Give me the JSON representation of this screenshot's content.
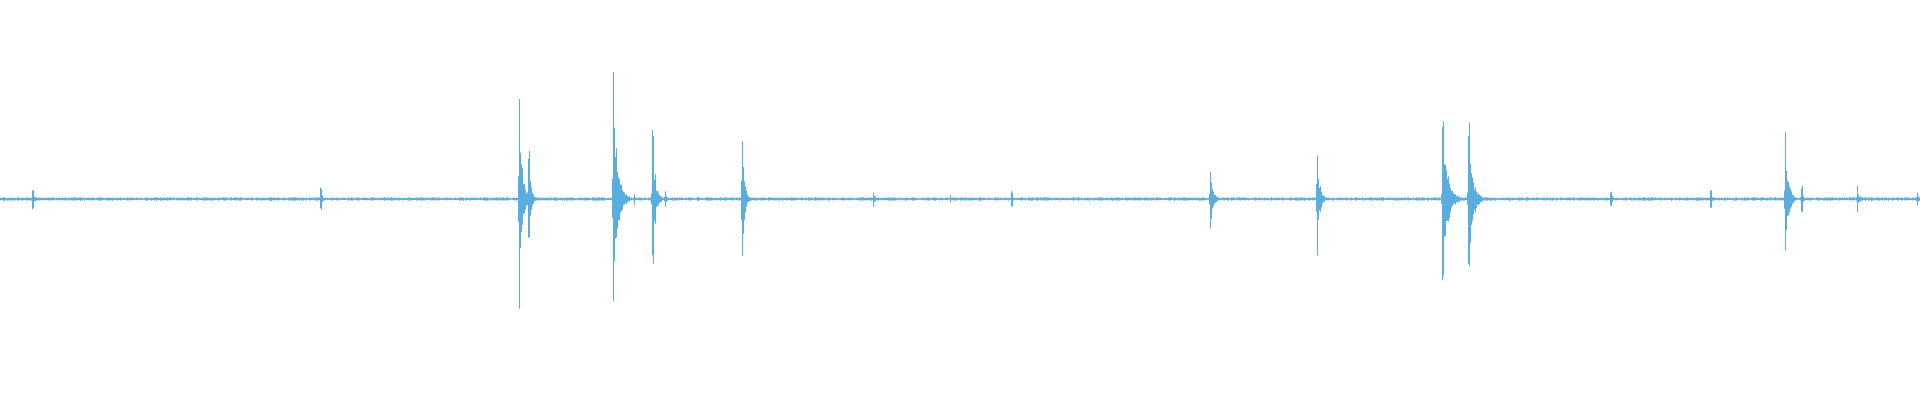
{
  "waveform": {
    "color": "#5aade1",
    "background": "#ffffff",
    "baseline_amplitude": 0.006,
    "transients": [
      {
        "t": 0.0165,
        "amp": 0.05,
        "decay": 0.0011
      },
      {
        "t": 0.1665,
        "amp": 0.06,
        "decay": 0.0011
      },
      {
        "t": 0.1405,
        "amp": 0.01,
        "decay": 0.0005
      },
      {
        "t": 0.27,
        "amp": 0.53,
        "decay": 0.0016
      },
      {
        "t": 0.275,
        "amp": 0.22,
        "decay": 0.0012
      },
      {
        "t": 0.319,
        "amp": 0.59,
        "decay": 0.0022
      },
      {
        "t": 0.33,
        "amp": 0.03,
        "decay": 0.0006
      },
      {
        "t": 0.3395,
        "amp": 0.37,
        "decay": 0.0014
      },
      {
        "t": 0.346,
        "amp": 0.05,
        "decay": 0.001
      },
      {
        "t": 0.363,
        "amp": 0.01,
        "decay": 0.0008
      },
      {
        "t": 0.386,
        "amp": 0.37,
        "decay": 0.0013
      },
      {
        "t": 0.4545,
        "amp": 0.04,
        "decay": 0.0011
      },
      {
        "t": 0.4945,
        "amp": 0.02,
        "decay": 0.0005
      },
      {
        "t": 0.51,
        "amp": 0.01,
        "decay": 0.0004
      },
      {
        "t": 0.5265,
        "amp": 0.04,
        "decay": 0.0008
      },
      {
        "t": 0.63,
        "amp": 0.17,
        "decay": 0.0014
      },
      {
        "t": 0.6855,
        "amp": 0.27,
        "decay": 0.0014
      },
      {
        "t": 0.751,
        "amp": 0.44,
        "decay": 0.0026
      },
      {
        "t": 0.7645,
        "amp": 0.36,
        "decay": 0.0022
      },
      {
        "t": 0.8385,
        "amp": 0.04,
        "decay": 0.0012
      },
      {
        "t": 0.8905,
        "amp": 0.04,
        "decay": 0.0012
      },
      {
        "t": 0.9295,
        "amp": 0.34,
        "decay": 0.0016
      },
      {
        "t": 0.938,
        "amp": 0.06,
        "decay": 0.001
      },
      {
        "t": 0.967,
        "amp": 0.06,
        "decay": 0.0012
      },
      {
        "t": 0.998,
        "amp": 0.04,
        "decay": 0.001
      }
    ]
  }
}
